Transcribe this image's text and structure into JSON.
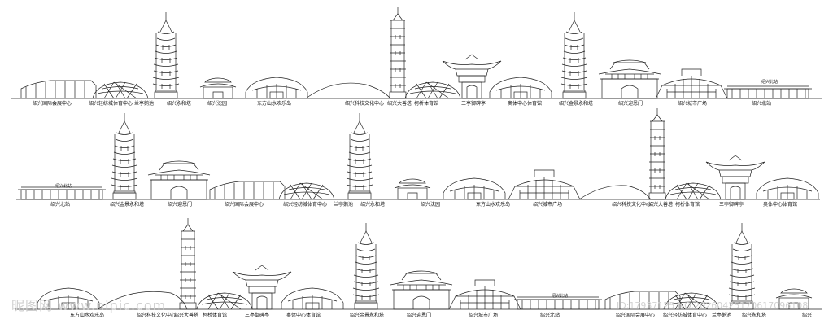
{
  "rows": [
    {
      "labels": [
        "绍兴国际会展中心",
        "绍兴轻纺城体育中心",
        "兰亭鹅池",
        "绍兴永和塔",
        "绍兴沈园",
        "东方山水欢乐岛",
        "绍兴科技文化中心",
        "绍兴大善塔",
        "柯桥体育馆",
        "三亭御碑亭",
        "奥体中心体育馆",
        "绍兴金景永和塔",
        "绍兴迎恩门",
        "绍兴城市广场",
        "绍兴北站"
      ]
    },
    {
      "labels": [
        "绍兴北站",
        "绍兴金景永和塔",
        "绍兴迎恩门",
        "绍兴国际会展中心",
        "绍兴轻纺城体育中心",
        "兰亭鹅池",
        "绍兴永和塔",
        "绍兴沈园",
        "东方山水欢乐岛",
        "绍兴城市广场",
        "绍兴科技文化中心",
        "绍兴大善塔",
        "柯桥体育馆",
        "三亭御碑亭",
        "奥体中心体育馆"
      ]
    },
    {
      "labels": [
        "东方山水欢乐岛",
        "绍兴科技文化中心",
        "绍兴大善塔",
        "柯桥体育馆",
        "三亭御碑亭",
        "奥体中心体育馆",
        "绍兴金景永和塔",
        "绍兴迎恩门",
        "绍兴城市广场",
        "绍兴北站",
        "绍兴国际会展中心",
        "绍兴轻纺城体育中心",
        "兰亭鹅池",
        "绍兴永和塔",
        "绍兴"
      ]
    }
  ],
  "signs": [
    "绍兴北站",
    "绍兴北站",
    "绍兴北站"
  ],
  "watermarks": {
    "left": "昵图网 www.nipic.com",
    "right": "ID:17937125 NO:20260425170617096108"
  },
  "colors": {
    "ink": "#222222",
    "watermark": "#cfcfcf"
  }
}
